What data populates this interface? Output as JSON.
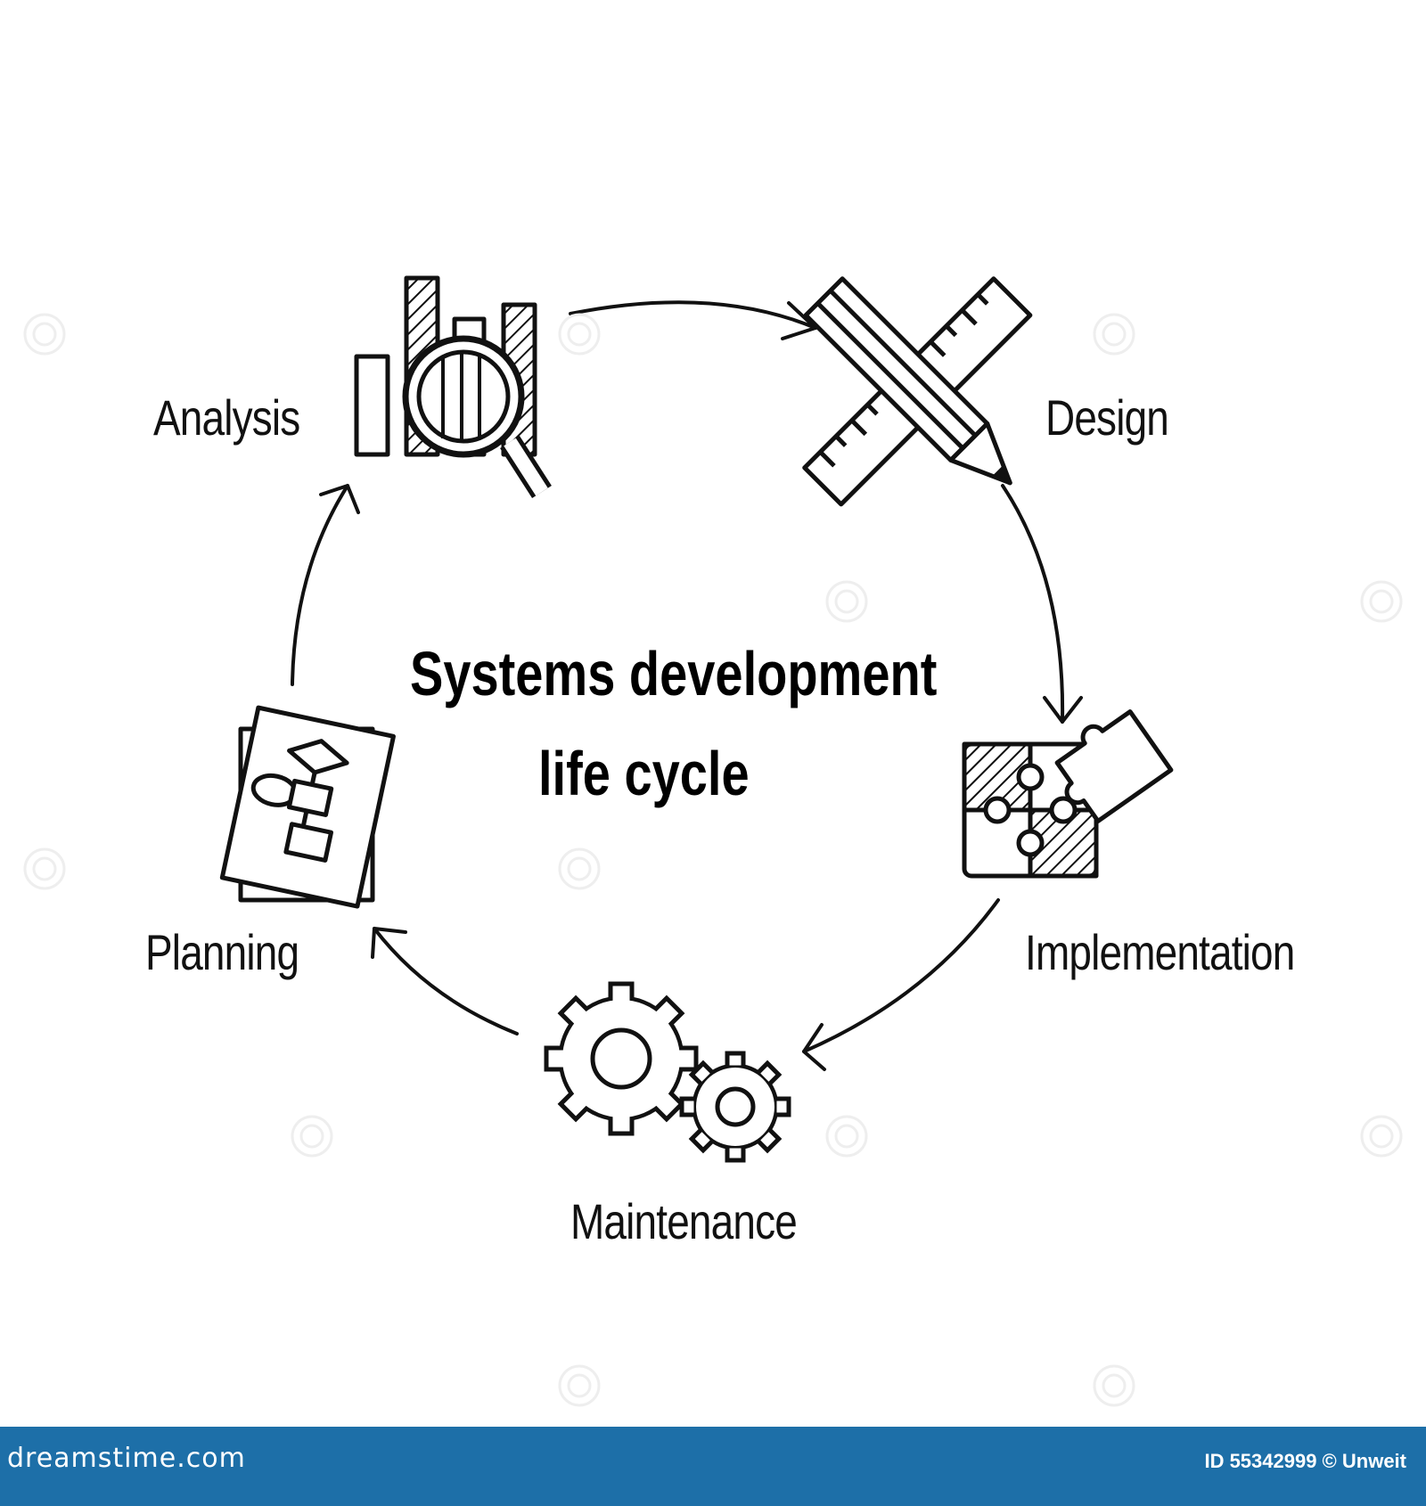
{
  "diagram": {
    "title_line1": "Systems development",
    "title_line2": "life cycle",
    "stages": [
      {
        "label": "Analysis",
        "icon": "magnifier-bar-chart-icon"
      },
      {
        "label": "Design",
        "icon": "pencil-ruler-icon"
      },
      {
        "label": "Implementation",
        "icon": "puzzle-icon"
      },
      {
        "label": "Maintenance",
        "icon": "gears-icon"
      },
      {
        "label": "Planning",
        "icon": "flowchart-document-icon"
      }
    ]
  },
  "footer": {
    "site": "dreamstime.com",
    "credit": "ID 55342999 © Unweit"
  },
  "colors": {
    "ink": "#111111",
    "footer_bg": "#1d6fa8"
  }
}
